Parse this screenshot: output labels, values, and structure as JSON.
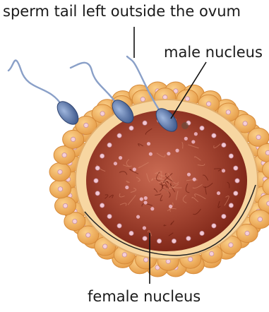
{
  "labels": {
    "sperm_tail": "sperm tail left outside the ovum",
    "male_nucleus": "male nucleus",
    "female_nucleus": "female nucleus"
  },
  "colors": {
    "follicle_cell": "#f2b25e",
    "follicle_cell_edge": "#d9913c",
    "zona": "#f7d6a1",
    "zona_edge": "#e8b877",
    "cytoplasm": "#8e2c1c",
    "cytoplasm_light": "#c96a52",
    "granule": "#f3c7d3",
    "sperm_head": "#4e6a9a",
    "sperm_tail": "#8aa0c8",
    "leader_line": "#111111"
  }
}
